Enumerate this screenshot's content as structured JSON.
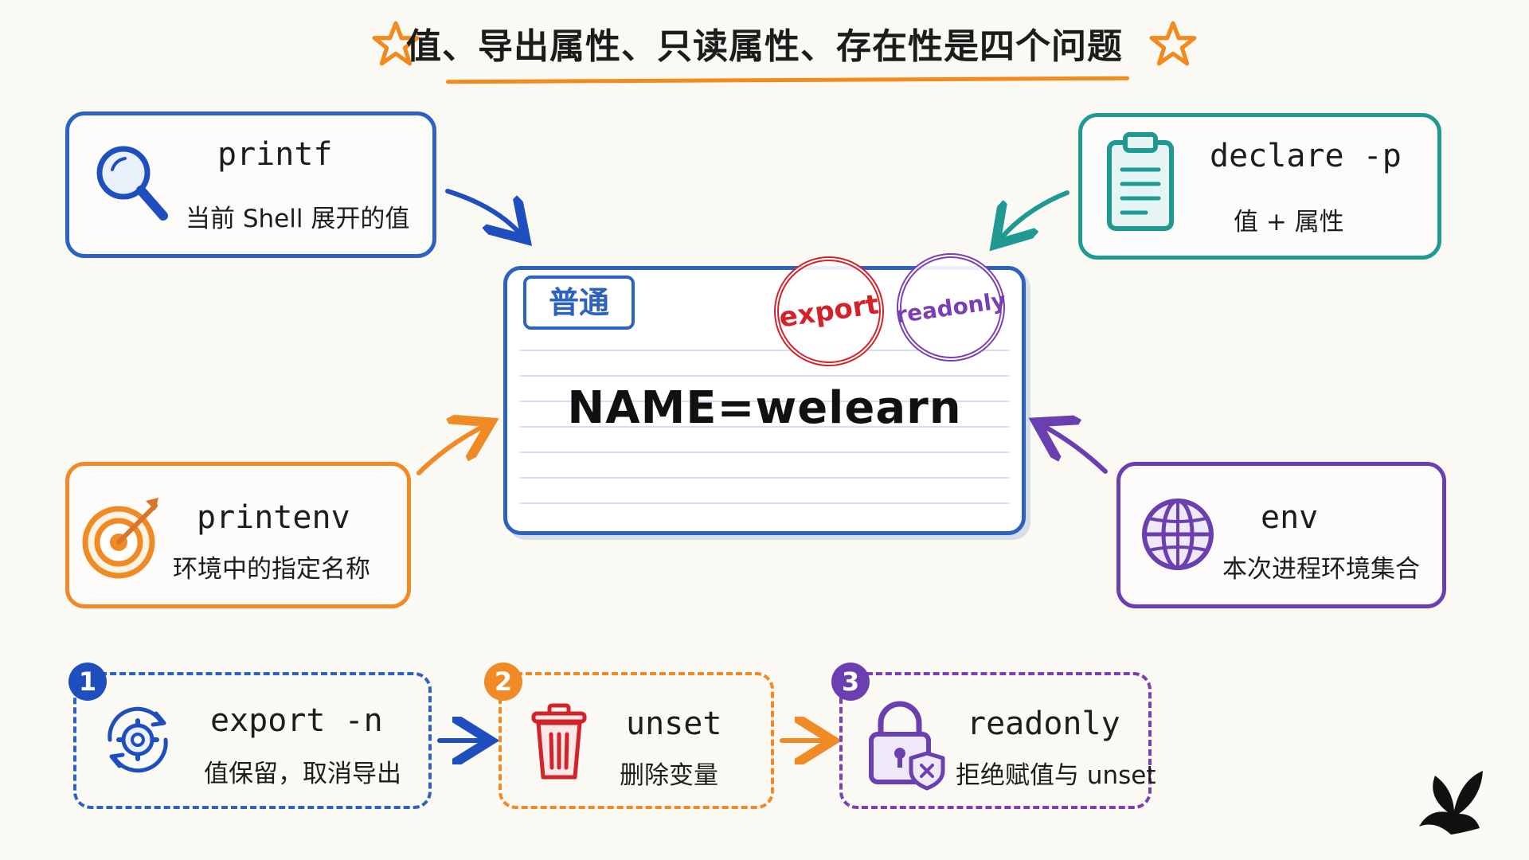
{
  "title": "值、导出属性、只读属性、存在性是四个问题",
  "center": {
    "tag": "普通",
    "assignment": "NAME=welearn",
    "stamp_export": "export",
    "stamp_readonly": "readonly"
  },
  "commands": {
    "printf": {
      "name": "printf",
      "desc": "当前 Shell 展开的值"
    },
    "declare": {
      "name": "declare -p",
      "desc": "值 + 属性"
    },
    "printenv": {
      "name": "printenv",
      "desc": "环境中的指定名称"
    },
    "env": {
      "name": "env",
      "desc": "本次进程环境集合"
    }
  },
  "steps": [
    {
      "num": "1",
      "name": "export -n",
      "desc": "值保留，取消导出"
    },
    {
      "num": "2",
      "name": "unset",
      "desc": "删除变量"
    },
    {
      "num": "3",
      "name": "readonly",
      "desc": "拒绝赋值与 unset"
    }
  ],
  "colors": {
    "blue": "#2d63c0",
    "teal": "#1f9a93",
    "orange": "#f08a24",
    "purple": "#6a3fb0",
    "red": "#d2232a"
  },
  "icons": {
    "printf": "magnifier-icon",
    "declare": "clipboard-icon",
    "printenv": "target-icon",
    "env": "globe-icon",
    "step1": "gear-cycle-icon",
    "step2": "trash-icon",
    "step3": "lock-icon",
    "corner": "butterfly-logo"
  }
}
